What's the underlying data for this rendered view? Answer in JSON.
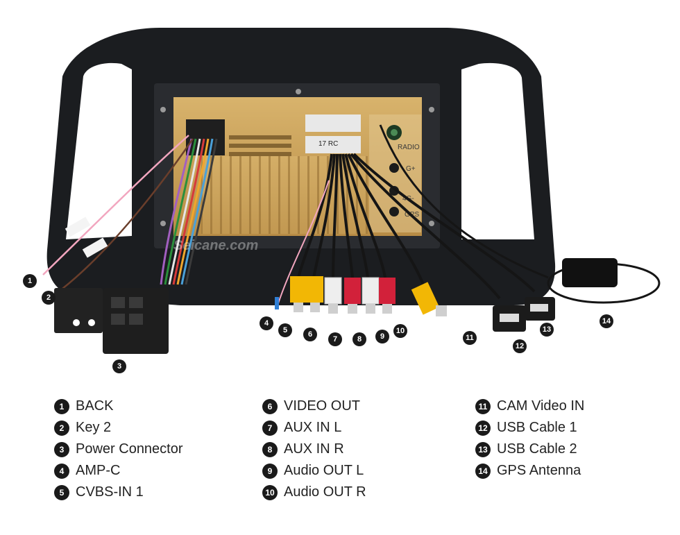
{
  "watermark": "Seicane.com",
  "connector_text": {
    "radio": "RADIO",
    "gps": "GPS",
    "g_plus": "G+",
    "g4_minus": "4G-",
    "tag": "17 RC"
  },
  "callouts": [
    "1",
    "2",
    "3",
    "4",
    "5",
    "6",
    "7",
    "8",
    "9",
    "10",
    "11",
    "12",
    "13",
    "14"
  ],
  "legend": [
    {
      "num": "1",
      "label": "BACK"
    },
    {
      "num": "2",
      "label": "Key 2"
    },
    {
      "num": "3",
      "label": "Power Connector"
    },
    {
      "num": "4",
      "label": "AMP-C"
    },
    {
      "num": "5",
      "label": "CVBS-IN 1"
    },
    {
      "num": "6",
      "label": "VIDEO OUT"
    },
    {
      "num": "7",
      "label": "AUX IN L"
    },
    {
      "num": "8",
      "label": "AUX IN R"
    },
    {
      "num": "9",
      "label": "Audio OUT L"
    },
    {
      "num": "10",
      "label": "Audio OUT R"
    },
    {
      "num": "11",
      "label": "CAM Video IN"
    },
    {
      "num": "12",
      "label": "USB Cable 1"
    },
    {
      "num": "13",
      "label": "USB Cable 2"
    },
    {
      "num": "14",
      "label": "GPS Antenna"
    }
  ],
  "colors": {
    "frame": "#1b1d20",
    "chassis": "#c9a25a",
    "rca_yellow": "#f2b705",
    "rca_white": "#eeeeee",
    "rca_red": "#d2213a"
  }
}
